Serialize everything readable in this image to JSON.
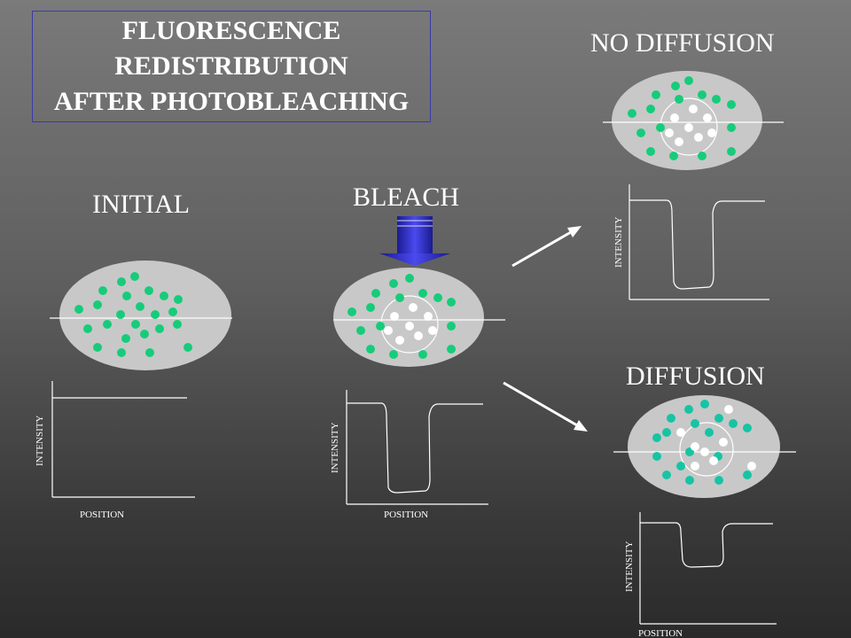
{
  "title": {
    "line1": "FLUORESCENCE",
    "line2": "REDISTRIBUTION",
    "line3": "AFTER PHOTOBLEACHING"
  },
  "stages": {
    "initial": "INITIAL",
    "bleach": "BLEACH",
    "no_diffusion": "NO DIFFUSION",
    "diffusion": "DIFFUSION"
  },
  "axes": {
    "y_label": "INTENSITY",
    "x_label": "POSITION"
  },
  "colors": {
    "cell": "#c8c8c8",
    "fluorescent": "#16cc7a",
    "fluorescent_diffused": "#16c4a4",
    "bleached": "#ffffff",
    "bleach_arrow": "#3333cc",
    "axis": "#ffffff"
  }
}
